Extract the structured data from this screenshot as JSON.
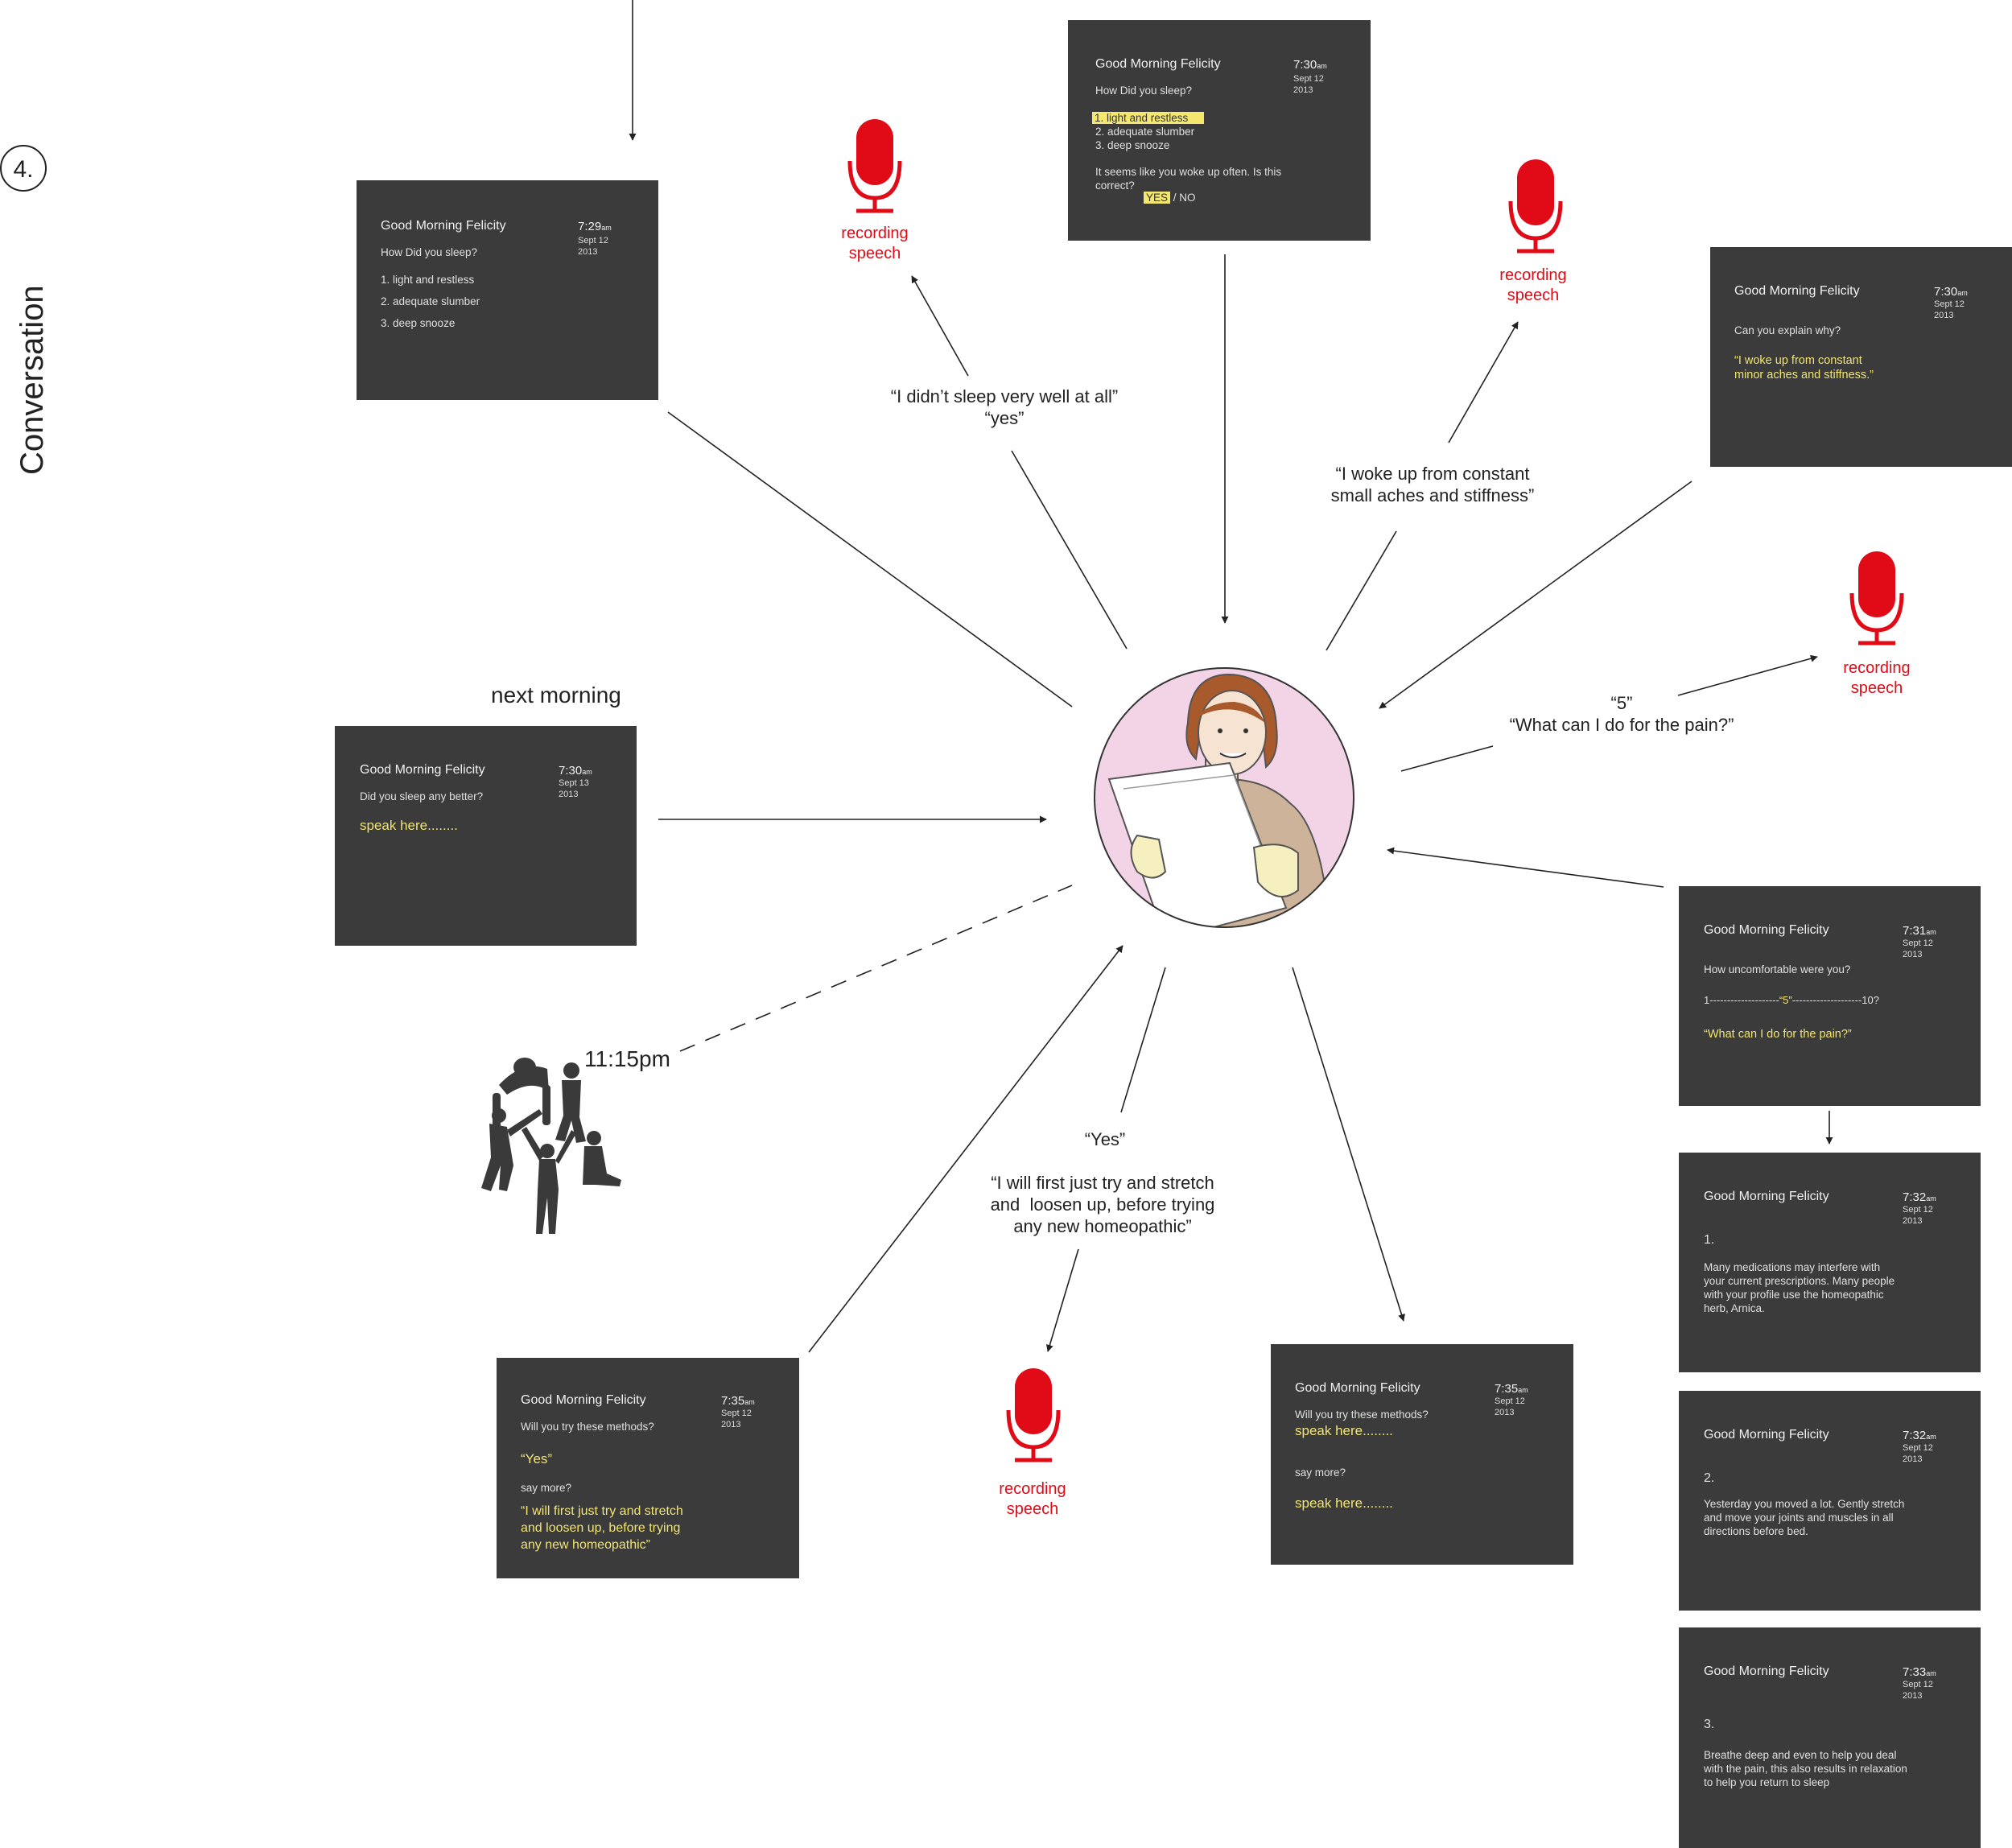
{
  "section": {
    "number": "4.",
    "title": "Conversation"
  },
  "recording_label": "recording\nspeech",
  "labels": {
    "next_morning": "next morning",
    "time_1115": "11:15pm",
    "speech_sleep": "“I didn’t sleep very well at all”\n“yes”",
    "speech_aches": "“I woke up from constant\nsmall aches and stiffness”",
    "speech_pain": "“5”\n“What can I do for the pain?”",
    "speech_yes": "“Yes”",
    "speech_stretch": "“I will first just try and stretch\nand  loosen up, before trying\nany new homeopathic”"
  },
  "screens": {
    "s1": {
      "greet": "Good Morning Felicity",
      "time": "7:29",
      "ampm": "am",
      "date": "Sept 12\n2013",
      "question": "How Did you sleep?",
      "options": [
        "1. light and restless",
        "2. adequate slumber",
        "3. deep snooze"
      ]
    },
    "s2": {
      "greet": "Good Morning Felicity",
      "time": "7:30",
      "ampm": "am",
      "date": "Sept 12\n2013",
      "question": "How Did you sleep?",
      "options": [
        "1. light and restless",
        "2. adequate slumber",
        "3. deep snooze"
      ],
      "confirm": "It seems like you woke up often. Is this\ncorrect?",
      "yes": "YES",
      "no": "/ NO"
    },
    "s3": {
      "greet": "Good Morning Felicity",
      "time": "7:30",
      "ampm": "am",
      "date": "Sept 12\n2013",
      "question": "Can you explain why?",
      "answer": "“I woke up from constant\nminor aches and stiffness.”"
    },
    "s4": {
      "greet": "Good Morning Felicity",
      "time": "7:31",
      "ampm": "am",
      "date": "Sept 12\n2013",
      "question": "How uncomfortable were you?",
      "scale_left": "1--------------------",
      "scale_val": "“5”",
      "scale_right": "--------------------10?",
      "answer": "“What can I do for the pain?”"
    },
    "s5": {
      "greet": "Good Morning Felicity",
      "time": "7:32",
      "ampm": "am",
      "date": "Sept 12\n2013",
      "num": "1.",
      "body": "Many medications may interfere with\nyour current prescriptions. Many people\nwith your profile use the homeopathic\nherb, Arnica."
    },
    "s6": {
      "greet": "Good Morning Felicity",
      "time": "7:32",
      "ampm": "am",
      "date": "Sept 12\n2013",
      "num": "2.",
      "body": "Yesterday you moved a lot. Gently stretch\nand move your joints and muscles in all\ndirections before bed."
    },
    "s7": {
      "greet": "Good Morning Felicity",
      "time": "7:33",
      "ampm": "am",
      "date": "Sept 12\n2013",
      "num": "3.",
      "body": "Breathe deep and even to help you deal\nwith the pain, this also results in relaxation\nto help you return to sleep"
    },
    "s8": {
      "greet": "Good Morning Felicity",
      "time": "7:35",
      "ampm": "am",
      "date": "Sept 12\n2013",
      "question": "Will you try these methods?",
      "speak1": "speak here........",
      "say_more": "say more?",
      "speak2": "speak here........"
    },
    "s9": {
      "greet": "Good Morning Felicity",
      "time": "7:35",
      "ampm": "am",
      "date": "Sept 12\n2013",
      "question": "Will you try these methods?",
      "yes": "“Yes”",
      "say_more": "say more?",
      "answer": "“I will first just try and stretch\nand  loosen up, before trying\nany new homeopathic”"
    },
    "s10": {
      "greet": "Good Morning Felicity",
      "time": "7:30",
      "ampm": "am",
      "date": "Sept 13\n2013",
      "question": "Did you sleep any better?",
      "speak": "speak here........"
    }
  },
  "colors": {
    "screen_bg": "#3b3b3b",
    "accent_yellow": "#f1e472",
    "mic_red": "#e10b17",
    "portrait_bg": "#f3d3e6"
  }
}
